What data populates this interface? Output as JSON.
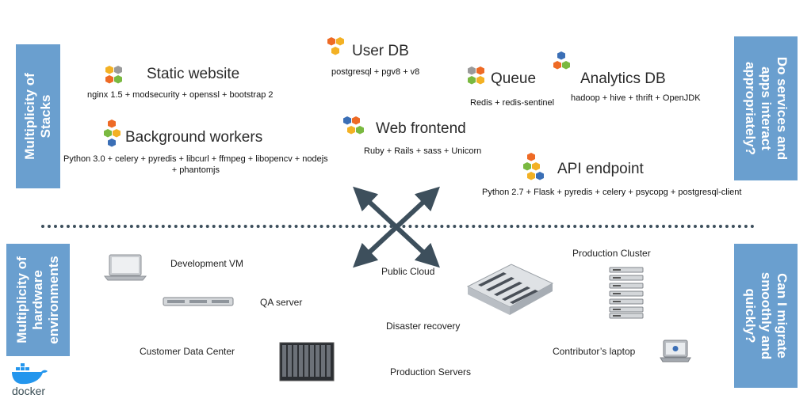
{
  "side_labels": {
    "stacks": "Multiplicity of\nStacks",
    "hardware": "Multiplicity of\nhardware\nenvironments",
    "interact": "Do services and\napps interact\nappropriately?",
    "migrate": "Can I migrate\nsmoothly and\nquickly?"
  },
  "apps": {
    "static_website": {
      "title": "Static website",
      "stack": "nginx 1.5 + modsecurity + openssl + bootstrap 2"
    },
    "user_db": {
      "title": "User DB",
      "stack": "postgresql + pgv8 + v8"
    },
    "queue": {
      "title": "Queue",
      "stack": "Redis + redis-sentinel"
    },
    "analytics_db": {
      "title": "Analytics DB",
      "stack": "hadoop + hive + thrift + OpenJDK"
    },
    "background_workers": {
      "title": "Background workers",
      "stack": "Python 3.0 + celery + pyredis + libcurl + ffmpeg + libopencv + nodejs\n+ phantomjs"
    },
    "web_frontend": {
      "title": "Web frontend",
      "stack": "Ruby + Rails + sass + Unicorn"
    },
    "api_endpoint": {
      "title": "API endpoint",
      "stack": "Python 2.7 + Flask + pyredis + celery + psycopg + postgresql-client"
    }
  },
  "environments": {
    "dev_vm": "Development VM",
    "qa_server": "QA server",
    "customer_dc": "Customer Data Center",
    "public_cloud": "Public Cloud",
    "disaster_recovery": "Disaster recovery",
    "production_servers": "Production Servers",
    "production_cluster": "Production Cluster",
    "contributor_laptop": "Contributor’s laptop"
  },
  "logo": {
    "text": "docker"
  },
  "colors": {
    "side_panel": "#6a9fcf",
    "arrow": "#3d4f5c",
    "hex_yellow": "#f3b124",
    "hex_orange": "#ee6a25",
    "hex_green": "#7ab940",
    "hex_blue": "#3b6fb6",
    "hex_gray": "#9a9a9a"
  }
}
